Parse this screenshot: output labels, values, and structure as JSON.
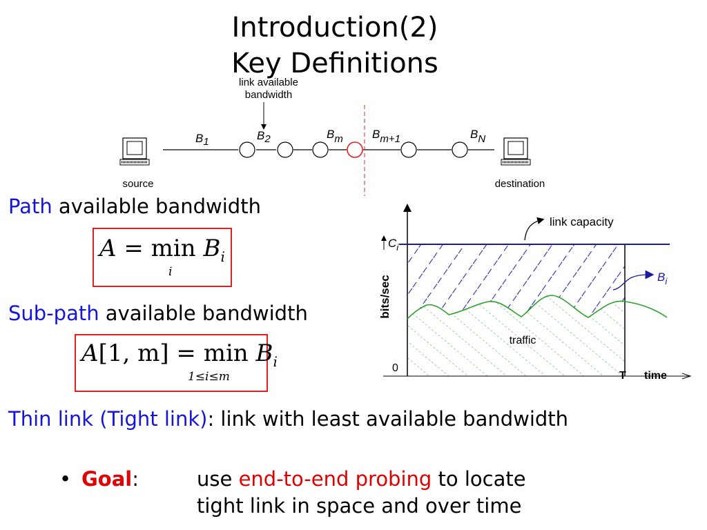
{
  "title": {
    "line1": "Introduction(2)",
    "line2": "Key Definitions"
  },
  "path_diagram": {
    "callout": [
      "link available",
      "bandwidth"
    ],
    "source_label": "source",
    "destination_label": "destination",
    "link_labels": [
      {
        "base": "B",
        "sub": "1"
      },
      {
        "base": "B",
        "sub": "2"
      },
      {
        "base": "B",
        "sub": "m"
      },
      {
        "base": "B",
        "sub": "m+1"
      },
      {
        "base": "B",
        "sub": "N"
      }
    ]
  },
  "path_bw": {
    "prefix": "Path",
    "rest": " available bandwidth"
  },
  "formula1": {
    "lhs": "A",
    "eq": " = min ",
    "var": "B",
    "var_sub": "i",
    "under": "i"
  },
  "subpath_bw": {
    "prefix": "Sub-path",
    "rest": " available bandwidth"
  },
  "formula2": {
    "lhs": "A",
    "args": "[1, m]",
    "eq": " = min ",
    "var": "B",
    "var_sub": "i",
    "under": "1≤i≤m"
  },
  "thin_link": {
    "prefix": "Thin link (Tight link)",
    "rest": ": link with least available bandwidth"
  },
  "goal": {
    "bullet": "•",
    "label": "Goal",
    "colon": ":",
    "text_pre": "use ",
    "text_highlight": "end-to-end probing",
    "text_post": " to locate",
    "line2": "tight link in space and over time"
  },
  "graph": {
    "link_capacity_label": "link capacity",
    "capacity_symbol": "C",
    "capacity_sub": "i",
    "bi_symbol": "B",
    "bi_sub": "i",
    "y_axis_label": "bits/sec",
    "traffic_label": "traffic",
    "origin_label": "0",
    "t_label": "T",
    "time_label": "time"
  },
  "colors": {
    "blue_text": "#1414e0",
    "red_text": "#e00000",
    "capacity_line": "#1a1aa0",
    "traffic_line": "#2aa02a",
    "box_border": "#e02020"
  }
}
